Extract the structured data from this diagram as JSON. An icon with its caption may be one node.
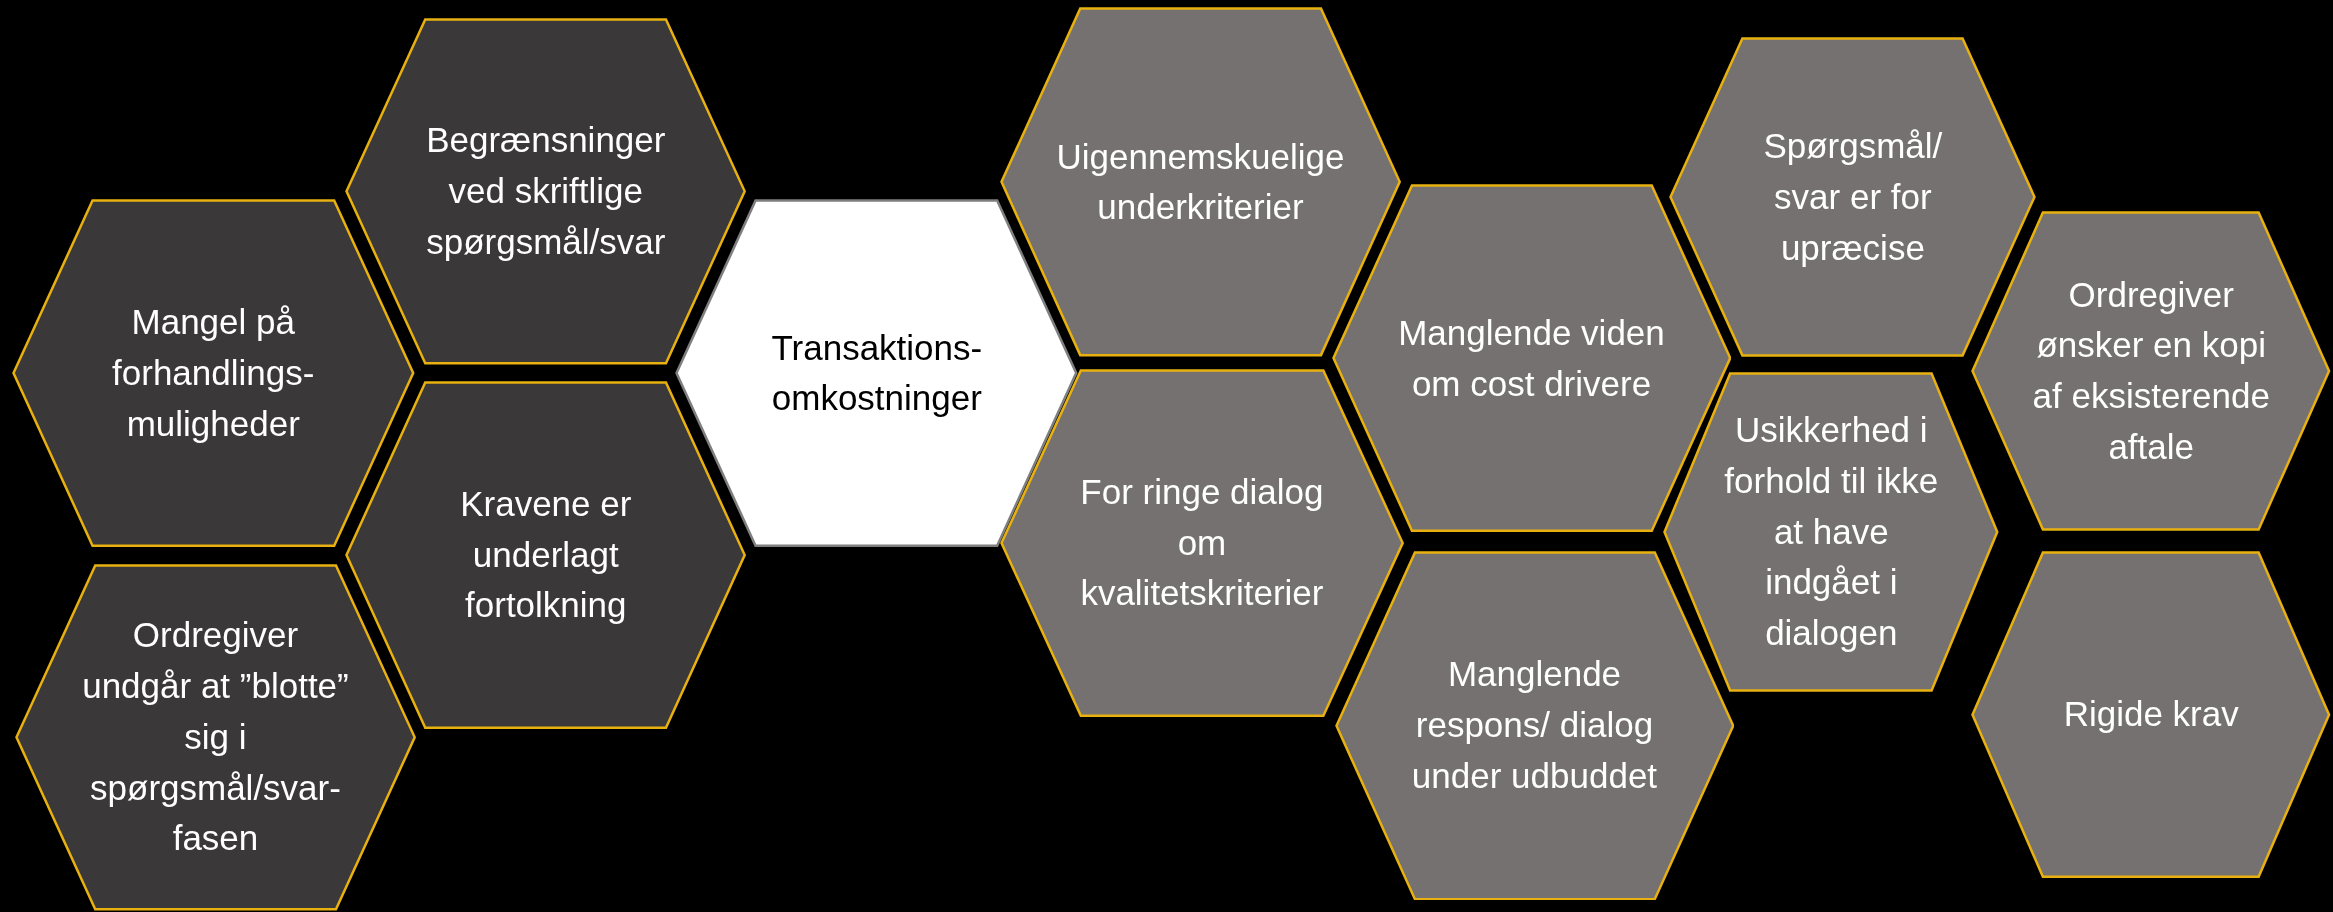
{
  "diagram": {
    "nodes": [
      {
        "text": [
          "Mangel på forhandlings-muligheder"
        ]
      },
      {
        "text": [
          "Ordregiver undgår at ”blotte” sig i spørgsmål/svar-fasen"
        ]
      },
      {
        "text": [
          "Begrænsninger ved skriftlige spørgsmål/svar"
        ]
      },
      {
        "text": [
          "Kravene er underlagt fortolkning"
        ]
      },
      {
        "text": [
          "Transaktions-omkostninger"
        ]
      },
      {
        "text": [
          "Uigennemskuelige underkriterier"
        ]
      },
      {
        "text": [
          "For ringe dialog om kvalitetskriterier"
        ]
      },
      {
        "text": [
          "Manglende viden om cost drivere"
        ]
      },
      {
        "text": [
          "Manglende respons/ dialog under udbuddet"
        ]
      },
      {
        "text": [
          "Spørgsmål/ svar er for upræcise"
        ]
      },
      {
        "text": [
          "Usikkerhed i forhold til ikke at have indgået i dialogen"
        ]
      },
      {
        "text": [
          "Ordregiver ønsker en kopi af eksisterende aftale"
        ]
      },
      {
        "text": [
          "Rigide krav"
        ]
      }
    ]
  }
}
